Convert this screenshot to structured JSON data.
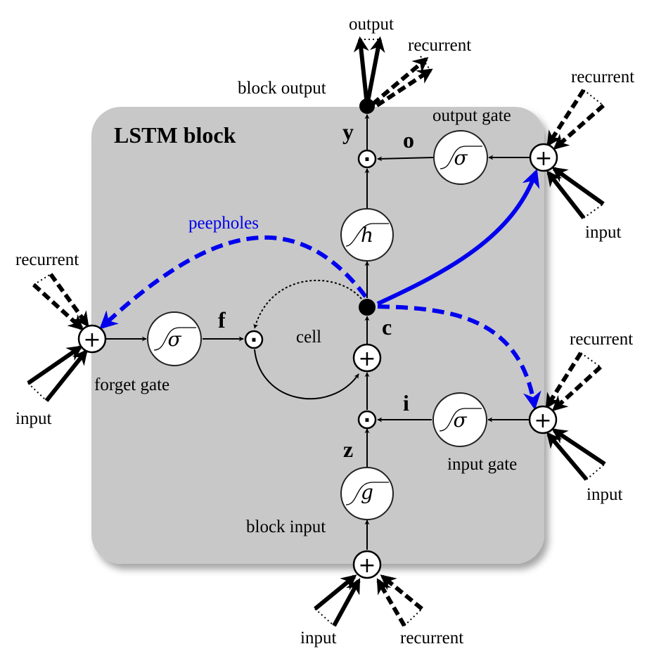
{
  "block": {
    "title": "LSTM block"
  },
  "labels": {
    "block_output": "block output",
    "block_input": "block input",
    "output_gate": "output gate",
    "input_gate": "input gate",
    "forget_gate": "forget gate",
    "cell": "cell",
    "peepholes": "peepholes"
  },
  "vars": {
    "y": "y",
    "o": "o",
    "f": "f",
    "c": "c",
    "i": "i",
    "z": "z"
  },
  "functions": {
    "sigma": "σ",
    "h": "h",
    "g": "g"
  },
  "symbols": {
    "sum": "+",
    "product": "·"
  },
  "io": {
    "input": "input",
    "recurrent": "recurrent",
    "output": "output"
  },
  "colors": {
    "block_bg": "#c8c8c8",
    "peephole": "#0000ee",
    "stroke": "#000000"
  }
}
